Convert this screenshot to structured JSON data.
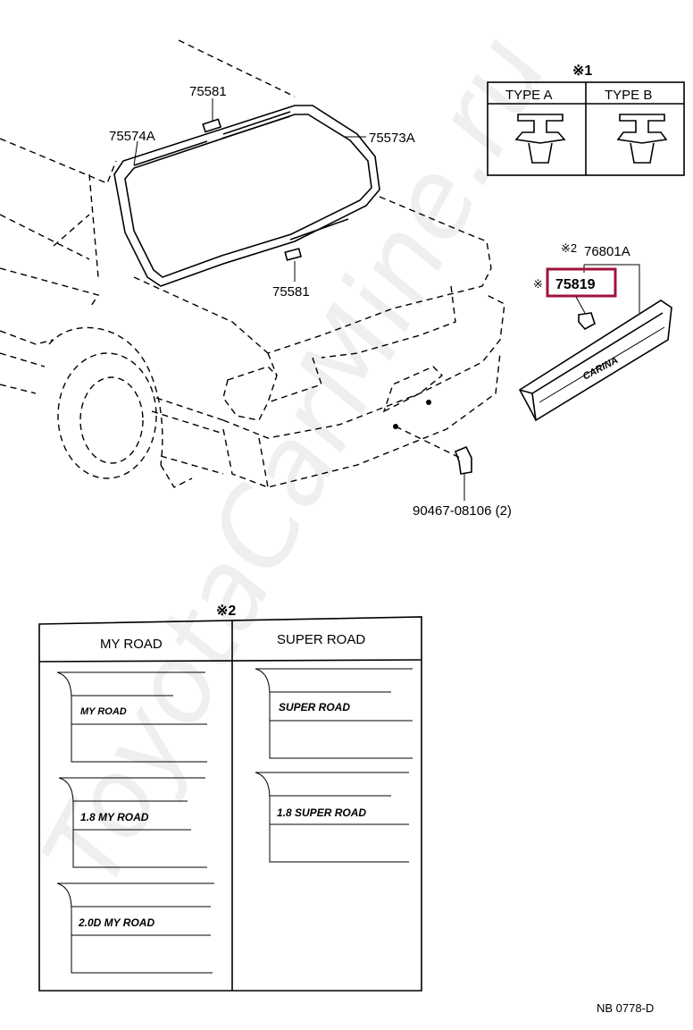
{
  "watermark": "ToyotaCarMine.ru",
  "callouts": {
    "spoiler_clip": "75581",
    "spoiler_clip_lower": "75581",
    "molding_left": "75574A",
    "molding_right": "75573A",
    "garnish": "76801A",
    "garnish_note": "※2",
    "emblem_mark": "※",
    "emblem": "75819",
    "clip": "90467-08106 (2)"
  },
  "type_table": {
    "header": "※1",
    "type_a": "TYPE A",
    "type_b": "TYPE B"
  },
  "variant_table": {
    "header": "※2",
    "col_1": "MY ROAD",
    "col_2": "SUPER ROAD",
    "emblems_my_road": [
      "MY ROAD",
      "1.8 MY ROAD",
      "2.0D MY ROAD"
    ],
    "emblems_super_road": [
      "SUPER ROAD",
      "1.8 SUPER ROAD"
    ]
  },
  "garnish_text": "CARINA",
  "drawing_code": "NB 0778-D",
  "highlight_color": "#a0133a"
}
